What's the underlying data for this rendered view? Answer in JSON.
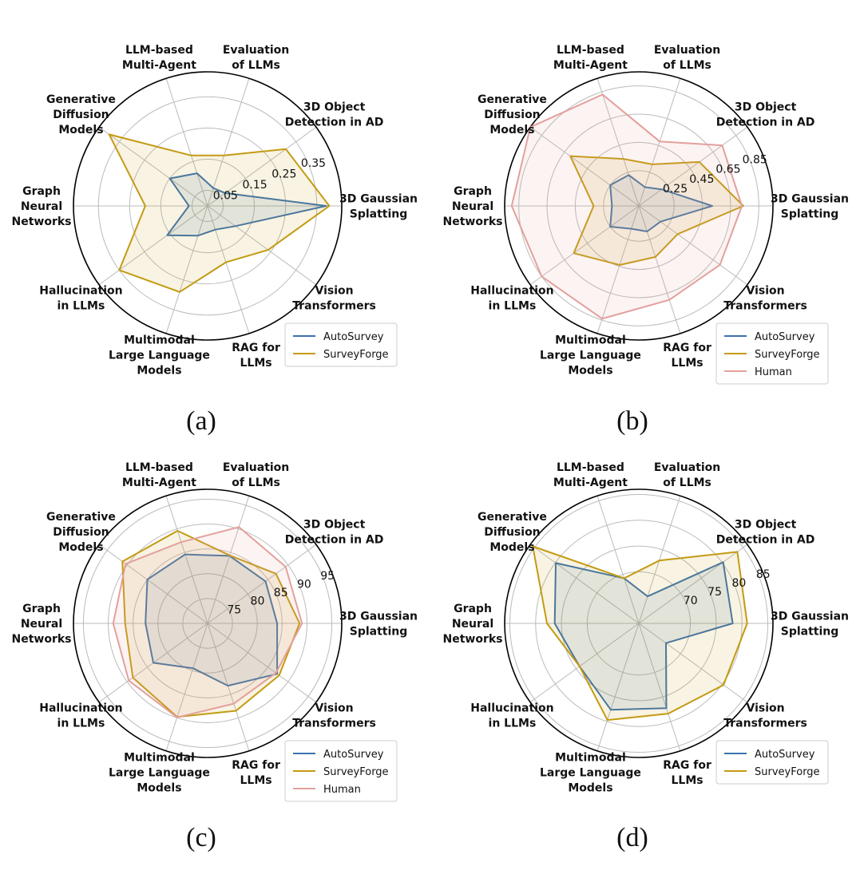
{
  "categories": [
    "3D Gaussian Splatting",
    "3D Object Detection in AD",
    "Evaluation of LLMs",
    "LLM-based Multi-Agent",
    "Generative Diffusion Models",
    "Graph Neural Networks",
    "Hallucination in LLMs",
    "Multimodal Large Language Models",
    "RAG for LLMs",
    "Vision Transformers"
  ],
  "category_lines": [
    [
      "3D Gaussian",
      "Splatting"
    ],
    [
      "3D Object",
      "Detection in AD"
    ],
    [
      "Evaluation",
      "of LLMs"
    ],
    [
      "LLM-based",
      "Multi-Agent"
    ],
    [
      "Generative",
      "Diffusion",
      "Models"
    ],
    [
      "Graph",
      "Neural",
      "Networks"
    ],
    [
      "Hallucination",
      "in LLMs"
    ],
    [
      "Multimodal",
      "Large Language",
      "Models"
    ],
    [
      "RAG for",
      "LLMs"
    ],
    [
      "Vision",
      "Transformers"
    ]
  ],
  "colors": {
    "AutoSurvey": "#3a72b0",
    "SurveyForge": "#c39b12",
    "Human": "#e3a09c",
    "grid": "#bbbbbb",
    "outer": "#000000"
  },
  "chart_data": [
    {
      "type": "radar",
      "panel": "(a)",
      "rlim": [
        0,
        0.43
      ],
      "ticks": [
        0.05,
        0.15,
        0.25,
        0.35
      ],
      "tick_labels": [
        "0.05",
        "0.15",
        "0.25",
        "0.35"
      ],
      "series": [
        {
          "name": "AutoSurvey",
          "values": [
            0.38,
            0.07,
            0.06,
            0.11,
            0.15,
            0.06,
            0.16,
            0.1,
            0.08,
            0.11
          ]
        },
        {
          "name": "SurveyForge",
          "values": [
            0.39,
            0.31,
            0.17,
            0.17,
            0.39,
            0.2,
            0.35,
            0.29,
            0.19,
            0.24
          ]
        }
      ],
      "legend": [
        "AutoSurvey",
        "SurveyForge"
      ]
    },
    {
      "type": "radar",
      "panel": "(b)",
      "rlim": [
        0,
        0.95
      ],
      "ticks": [
        0.25,
        0.45,
        0.65,
        0.85
      ],
      "tick_labels": [
        "0.25",
        "0.45",
        "0.65",
        "0.85"
      ],
      "series": [
        {
          "name": "AutoSurvey",
          "values": [
            0.52,
            0.2,
            0.14,
            0.23,
            0.25,
            0.19,
            0.25,
            0.17,
            0.19,
            0.19
          ]
        },
        {
          "name": "SurveyForge",
          "values": [
            0.74,
            0.53,
            0.31,
            0.35,
            0.6,
            0.32,
            0.57,
            0.44,
            0.38,
            0.34
          ]
        },
        {
          "name": "Human",
          "values": [
            0.73,
            0.73,
            0.48,
            0.83,
            1.0,
            0.9,
            0.85,
            0.84,
            0.7,
            0.71
          ]
        }
      ],
      "legend": [
        "AutoSurvey",
        "SurveyForge",
        "Human"
      ]
    },
    {
      "type": "radar",
      "panel": "(c)",
      "rlim": [
        70,
        97
      ],
      "ticks": [
        75,
        80,
        85,
        90,
        95
      ],
      "tick_labels": [
        "75",
        "80",
        "85",
        "90",
        "95"
      ],
      "series": [
        {
          "name": "AutoSurvey",
          "values": [
            84.0,
            84.4,
            84.3,
            84.6,
            85.0,
            82.5,
            83.5,
            79.5,
            83.2,
            87.3
          ]
        },
        {
          "name": "SurveyForge",
          "values": [
            88.5,
            87.0,
            84.4,
            89.6,
            91.2,
            86.6,
            88.6,
            89.8,
            88.5,
            87.8
          ]
        },
        {
          "name": "Human",
          "values": [
            89.0,
            89.4,
            90.4,
            87.2,
            90.4,
            89.0,
            89.6,
            89.9,
            87.0,
            87.0
          ]
        }
      ],
      "legend": [
        "AutoSurvey",
        "SurveyForge",
        "Human"
      ]
    },
    {
      "type": "radar",
      "panel": "(d)",
      "rlim": [
        60,
        86
      ],
      "ticks": [
        70,
        75,
        80,
        85
      ],
      "tick_labels": [
        "70",
        "75",
        "80",
        "85"
      ],
      "series": [
        {
          "name": "AutoSurvey",
          "values": [
            78.2,
            80.2,
            65.5,
            69.2,
            79.9,
            76.3,
            74.2,
            77.6,
            77.3,
            66.5
          ]
        },
        {
          "name": "SurveyForge",
          "values": [
            81.0,
            83.6,
            72.8,
            69.2,
            85.4,
            77.8,
            74.2,
            79.7,
            78.4,
            80.3
          ]
        }
      ],
      "legend": [
        "AutoSurvey",
        "SurveyForge"
      ]
    }
  ]
}
